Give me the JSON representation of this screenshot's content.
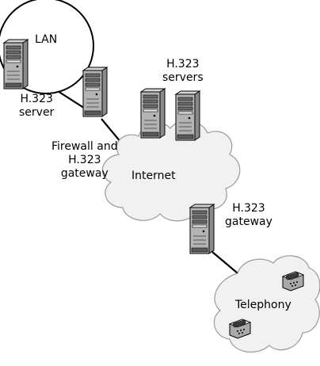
{
  "diagram": {
    "nodes": {
      "lan": {
        "label": "LAN"
      },
      "lan_server": {
        "line1": "H.323",
        "line2": "server"
      },
      "firewall_gateway": {
        "line1": "Firewall and",
        "line2": "H.323",
        "line3": "gateway"
      },
      "internet_servers": {
        "line1": "H.323",
        "line2": "servers"
      },
      "internet": {
        "label": "Internet"
      },
      "gateway": {
        "line1": "H.323",
        "line2": "gateway"
      },
      "telephony": {
        "label": "Telephony"
      }
    },
    "connections": [
      {
        "from": "lan_server",
        "to": "firewall_gateway"
      },
      {
        "from": "firewall_gateway",
        "to": "internet"
      },
      {
        "from": "internet",
        "to": "gateway"
      },
      {
        "from": "gateway",
        "to": "telephony"
      }
    ],
    "icons": {
      "server": "server-tower-icon",
      "telephone": "telephone-icon",
      "cloud": "cloud-shape"
    }
  }
}
